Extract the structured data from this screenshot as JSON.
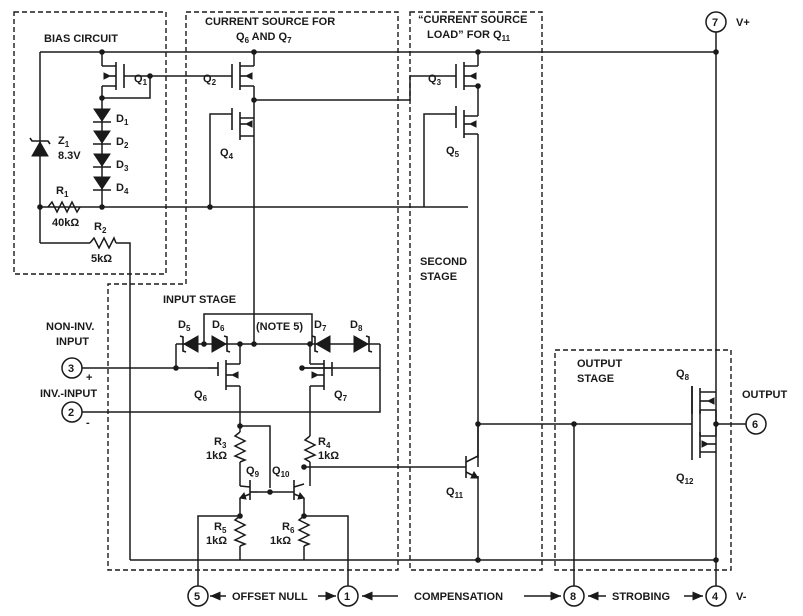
{
  "blocks": {
    "bias_circuit": "BIAS CIRCUIT",
    "current_source_line1": "CURRENT SOURCE FOR",
    "current_source_q6": "Q",
    "current_source_q6_sub": "6",
    "current_source_and": " AND Q",
    "current_source_q7_sub": "7",
    "load_line1": "“CURRENT SOURCE",
    "load_line2": "LOAD” FOR Q",
    "load_line2_sub": "11",
    "input_stage": "INPUT STAGE",
    "second_stage_1": "SECOND",
    "second_stage_2": "STAGE",
    "output_stage_1": "OUTPUT",
    "output_stage_2": "STAGE",
    "note": "(NOTE 5)"
  },
  "components": {
    "z1": "Z",
    "z1_sub": "1",
    "z1_value": "8.3V",
    "r1": "R",
    "r1_sub": "1",
    "r1_value": "40kΩ",
    "r2": "R",
    "r2_sub": "2",
    "r2_value": "5kΩ",
    "r3": "R",
    "r3_sub": "3",
    "r3_value": "1kΩ",
    "r4": "R",
    "r4_sub": "4",
    "r4_value": "1kΩ",
    "r5": "R",
    "r5_sub": "5",
    "r5_value": "1kΩ",
    "r6": "R",
    "r6_sub": "6",
    "r6_value": "1kΩ",
    "q": "Q",
    "q1_sub": "1",
    "q2_sub": "2",
    "q3_sub": "3",
    "q4_sub": "4",
    "q5_sub": "5",
    "q6_sub": "6",
    "q7_sub": "7",
    "q8_sub": "8",
    "q9_sub": "9",
    "q10_sub": "10",
    "q11_sub": "11",
    "q12_sub": "12",
    "d": "D",
    "d1_sub": "1",
    "d2_sub": "2",
    "d3_sub": "3",
    "d4_sub": "4",
    "d5_sub": "5",
    "d6_sub": "6",
    "d7_sub": "7",
    "d8_sub": "8"
  },
  "pins": {
    "p7": "7",
    "p7_label": "V+",
    "p3": "3",
    "p3_label1": "NON-INV.",
    "p3_label2": "INPUT",
    "p3_sign": "+",
    "p2": "2",
    "p2_label": "INV.-INPUT",
    "p2_sign": "-",
    "p6": "6",
    "p6_label": "OUTPUT",
    "p5": "5",
    "p1": "1",
    "p8": "8",
    "p4": "4",
    "offset_null": "OFFSET NULL",
    "compensation": "COMPENSATION",
    "strobing": "STROBING",
    "p4_label": "V-"
  }
}
